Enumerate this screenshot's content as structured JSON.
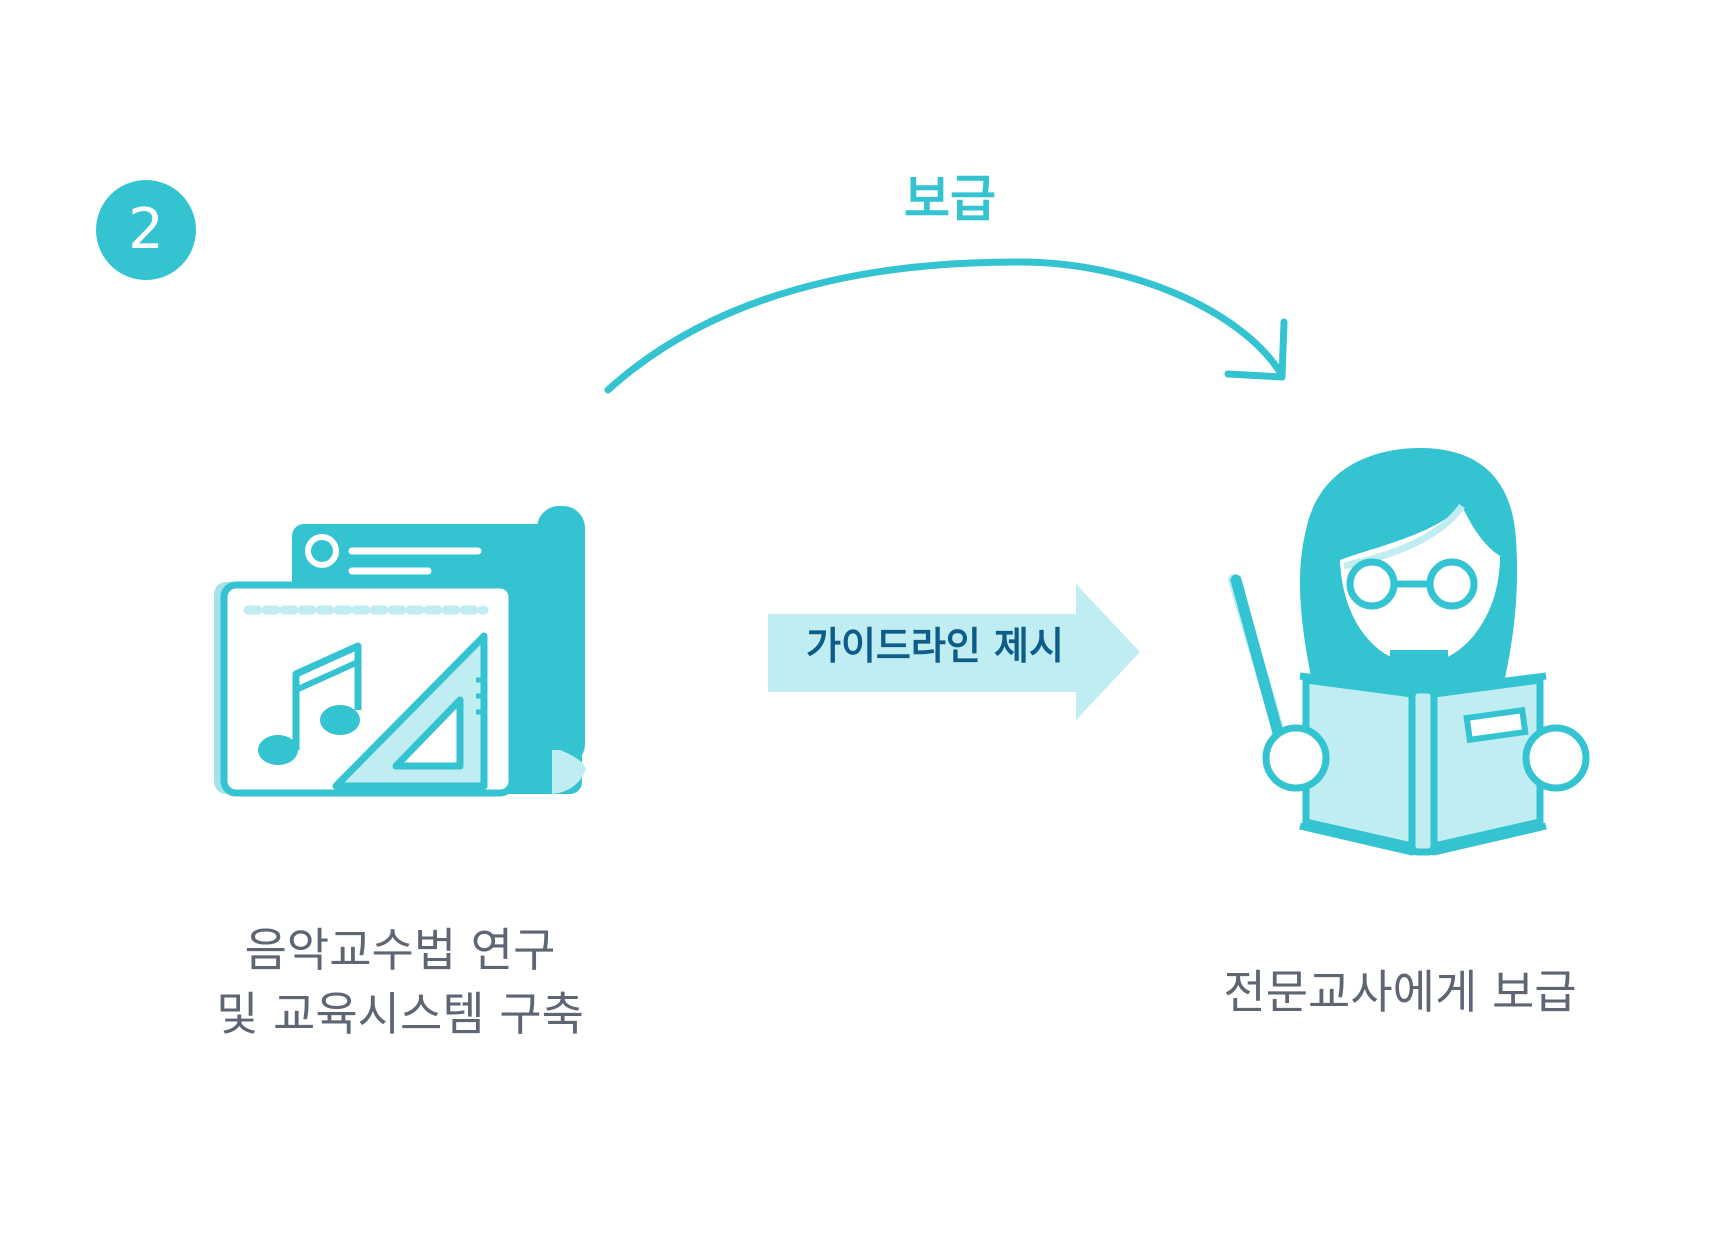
{
  "step": {
    "number": "2"
  },
  "arc": {
    "label": "보급"
  },
  "arrow": {
    "label": "가이드라인 제시"
  },
  "left": {
    "caption_line1": "음악교수법 연구",
    "caption_line2": "및 교육시스템 구축"
  },
  "right": {
    "caption": "전문교사에게 보급"
  },
  "colors": {
    "primary": "#33c3d1",
    "light": "#bfedf1",
    "pale": "#a6e3e9",
    "arrow_text": "#0e5c8a",
    "caption_text": "#5e6674"
  },
  "icons": {
    "left": "music-education-materials-icon",
    "right": "teacher-with-book-icon"
  }
}
